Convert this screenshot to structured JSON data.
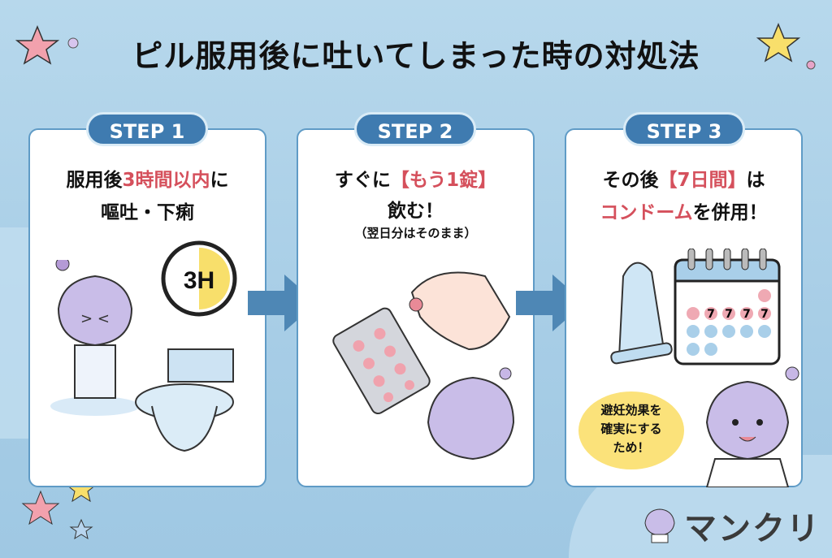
{
  "title": "ピル服用後に吐いてしまった時の対処法",
  "steps": [
    {
      "badge": "STEP 1",
      "line1_a": "服用後",
      "line1_red": "3時間以内",
      "line1_b": "に",
      "line2": "嘔吐・下痢",
      "clock": "3H"
    },
    {
      "badge": "STEP 2",
      "line1_a": "すぐに",
      "line1_red": "【もう1錠】",
      "line2": "飲む！",
      "note": "（翌日分はそのまま）"
    },
    {
      "badge": "STEP 3",
      "line1_a": "その後",
      "line1_red": "【7日間】",
      "line1_b": "は",
      "line2_red": "コンドーム",
      "line2_b": "を併用！",
      "calendar_mark": "7",
      "bubble": [
        "避妊効果を",
        "確実にする",
        "ため！"
      ]
    }
  ],
  "logo": "マンクリ",
  "colors": {
    "accent_red": "#d5505c",
    "badge_blue": "#3f7bb0",
    "border_blue": "#5f9bc6",
    "background": "#a7cde6"
  }
}
